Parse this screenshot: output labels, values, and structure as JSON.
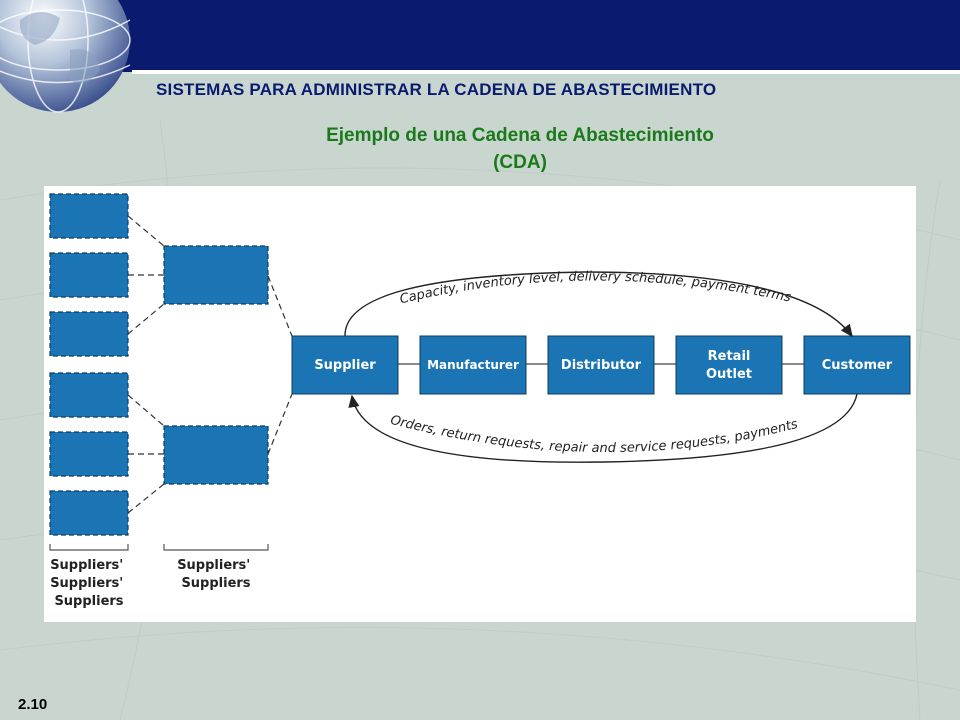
{
  "header": {
    "section_title": "SISTEMAS PARA ADMINISTRAR LA CADENA DE ABASTECIMIENTO"
  },
  "slide": {
    "title_line1": "Ejemplo de una Cadena de Abastecimiento",
    "title_line2": "(CDA)",
    "number": "2.10"
  },
  "diagram": {
    "chain": [
      {
        "label": "Supplier"
      },
      {
        "label": "Manufacturer"
      },
      {
        "label": "Distributor"
      },
      {
        "label": "Retail Outlet"
      },
      {
        "label": "Customer"
      }
    ],
    "top_flow": "Capacity, inventory level, delivery schedule, payment terms",
    "bottom_flow": "Orders, return requests, repair and service requests, payments",
    "tier2_label": [
      "Suppliers'",
      "Suppliers'",
      "Suppliers"
    ],
    "tier1_label": [
      "Suppliers'",
      "Suppliers"
    ],
    "colors": {
      "box_fill": "#1b75b4",
      "header_bg": "#0a1a6e",
      "title_green": "#1a7a1a"
    }
  }
}
